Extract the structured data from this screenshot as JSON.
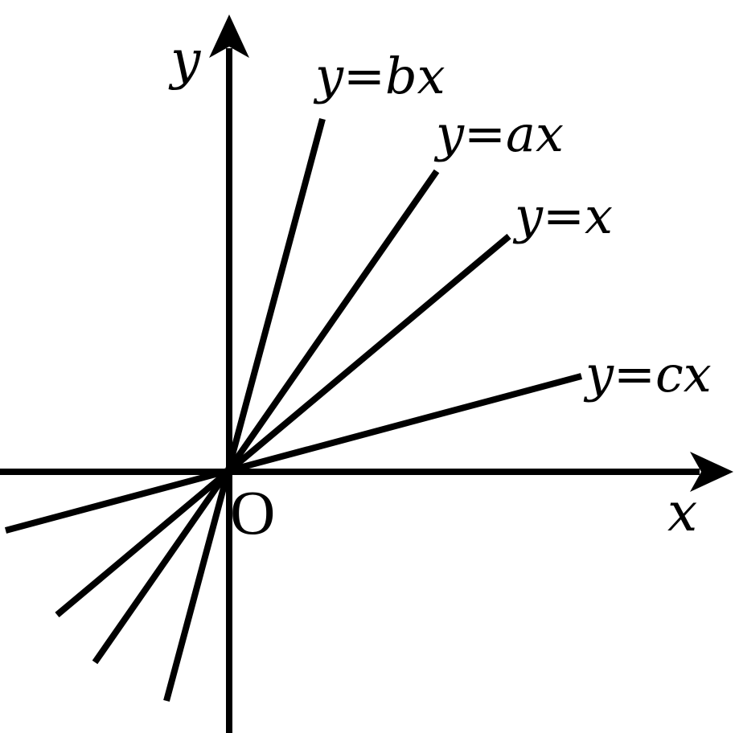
{
  "axes": {
    "x_label": "x",
    "y_label": "y",
    "origin_label": "O"
  },
  "lines": [
    {
      "label": "y=bx"
    },
    {
      "label": "y=ax"
    },
    {
      "label": "y=x"
    },
    {
      "label": "y=cx"
    }
  ],
  "colors": {
    "stroke": "#000000",
    "background": "#ffffff"
  }
}
